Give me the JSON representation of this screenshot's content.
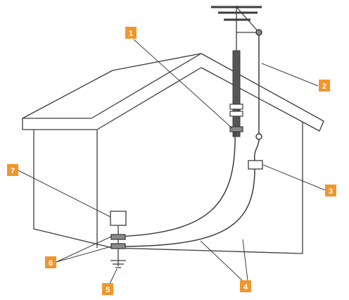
{
  "diagram": {
    "colors": {
      "line": "#3c3c3c",
      "callout_bg": "#f0962d",
      "callout_text": "#ffffff",
      "mast": "#555555",
      "background": "#ffffff"
    },
    "callouts": [
      {
        "id": "1",
        "label": "1"
      },
      {
        "id": "2",
        "label": "2"
      },
      {
        "id": "3",
        "label": "3"
      },
      {
        "id": "4",
        "label": "4"
      },
      {
        "id": "5",
        "label": "5"
      },
      {
        "id": "6",
        "label": "6"
      },
      {
        "id": "7",
        "label": "7"
      }
    ]
  }
}
